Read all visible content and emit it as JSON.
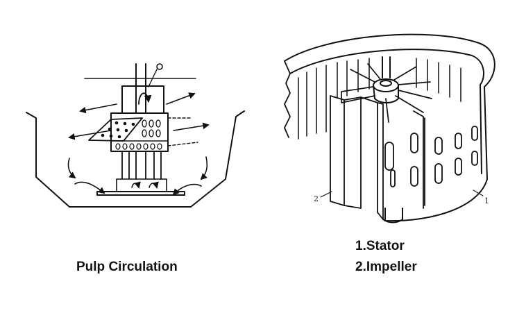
{
  "left_figure": {
    "caption": "Pulp Circulation"
  },
  "right_figure": {
    "part_labels": [
      "2",
      "1"
    ],
    "legend": [
      "1.Stator",
      "2.Impeller"
    ]
  },
  "colors": {
    "ink": "#111111",
    "background": "#ffffff"
  }
}
